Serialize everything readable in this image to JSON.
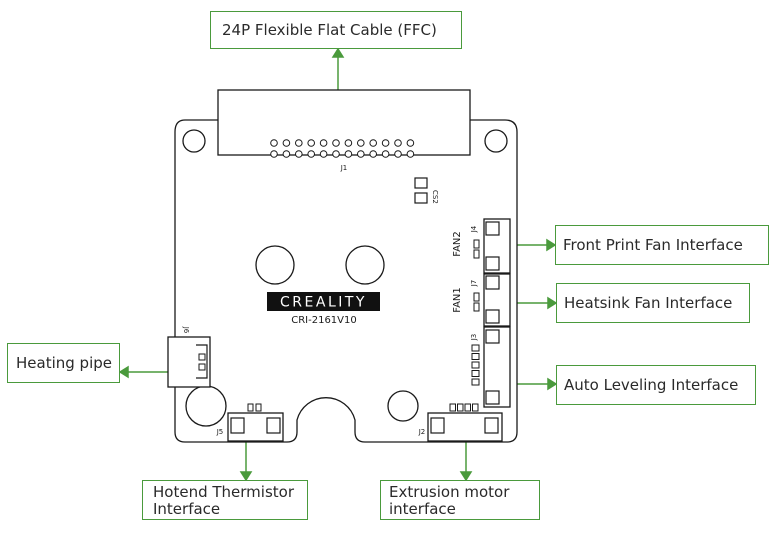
{
  "labels": {
    "ffc": "24P Flexible Flat Cable (FFC)",
    "front_fan": "Front Print Fan Interface",
    "heatsink_fan": "Heatsink Fan Interface",
    "auto_leveling": "Auto Leveling Interface",
    "heating_pipe": "Heating pipe",
    "thermistor_line1": "Hotend Thermistor",
    "thermistor_line2": "Interface",
    "extrusion_line1": "Extrusion motor",
    "extrusion_line2": "interface"
  },
  "board": {
    "logo": "CREALITY",
    "model": "CRI-2161V10",
    "silkscreen": {
      "j1": "J1",
      "cs2": "CS2",
      "j4": "J4",
      "fan2": "FAN2",
      "j7": "J7",
      "fan1": "FAN1",
      "j3": "J3",
      "j6": "J6",
      "j5": "J5",
      "j2": "J2"
    }
  },
  "colors": {
    "accent_green": "#4a9a3c",
    "board_line": "#1a1a1a"
  }
}
